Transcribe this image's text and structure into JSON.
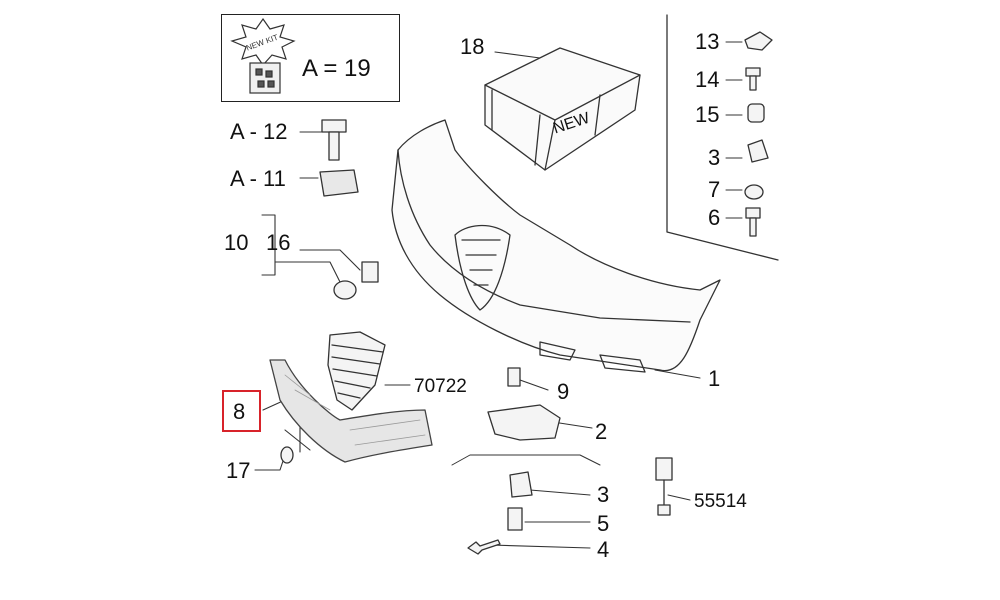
{
  "kit": {
    "formula": "A = 19",
    "badge_text": "NEW KIT"
  },
  "crate_text": "NEW",
  "callouts": {
    "n18": "18",
    "a12": "A - 12",
    "a11": "A - 11",
    "n10": "10",
    "n16": "16",
    "n70722": "70722",
    "n8": "8",
    "n9": "9",
    "n17": "17",
    "n1": "1",
    "n2": "2",
    "n3b": "3",
    "n5": "5",
    "n4": "4",
    "n55514": "55514",
    "n13": "13",
    "n14": "14",
    "n15": "15",
    "n3a": "3",
    "n7": "7",
    "n6": "6"
  },
  "highlight_color": "#d8232a"
}
